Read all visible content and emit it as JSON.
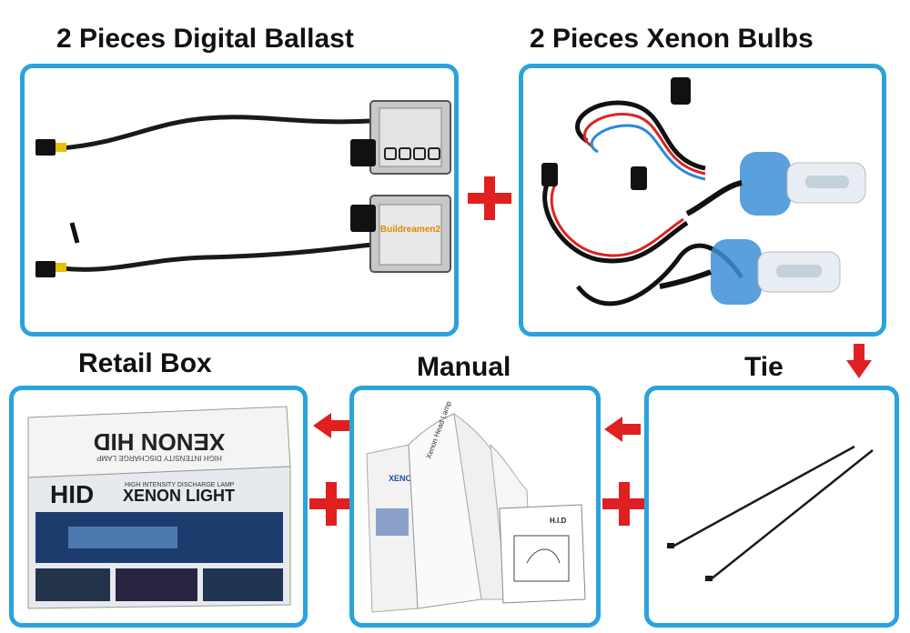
{
  "labels": {
    "ballast": "2 Pieces Digital Ballast",
    "bulbs": "2 Pieces Xenon Bulbs",
    "retail_box": "Retail Box",
    "manual": "Manual",
    "tie": "Tie"
  },
  "ballast_brand": "Buildreamen2",
  "box": {
    "top_text": "XENON HID",
    "top_sub": "HIGH INTENSITY DISCHARGE LAMP",
    "front_hid": "HID",
    "front_xenon": "XENON LIGHT",
    "front_sub": "HIGH INTENSITY DISCHARGE LAMP"
  },
  "manual": {
    "cover_text": "XENON",
    "page_text": "Xenon Head Lamp",
    "diagram_label": "H.I.D"
  },
  "colors": {
    "frame": "#2aa3dc",
    "accent_red": "#e02020"
  }
}
